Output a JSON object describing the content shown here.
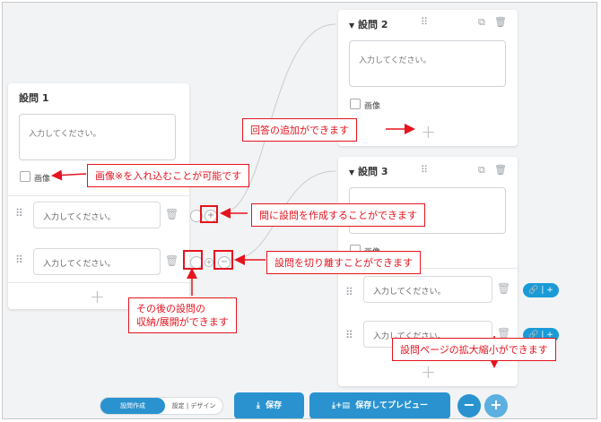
{
  "q1": {
    "title": "設問 1",
    "placeholder": "入力してください。",
    "image_label": "画像",
    "choice_placeholder": "入力してください。",
    "choice2_placeholder": "入力してください。"
  },
  "q2": {
    "title": "設問 2",
    "placeholder": "入力してください。",
    "image_label": "画像"
  },
  "q3": {
    "title": "設問 3",
    "image_label": "画像",
    "choice_placeholder": "入力してください。",
    "choice2_placeholder": "入力してください。"
  },
  "callouts": {
    "add_answer": "回答の追加ができます",
    "image_insert": "画像※を入れ込むことが可能です",
    "insert_between": "間に設問を作成することができます",
    "split": "設問を切り離すことができます",
    "collapse_line1": "その後の設問の",
    "collapse_line2": "収納/展開ができます",
    "zoom": "設問ページの拡大縮小ができます"
  },
  "toolbar": {
    "tab_create": "設問作成",
    "tab_settings": "設定",
    "tab_design": "デザイン",
    "save": "保存",
    "save_preview": "保存してプレビュー"
  },
  "icons": {
    "drag": "drag-handle-icon",
    "trash": "trash-icon",
    "copy": "copy-icon",
    "link": "link-icon",
    "plus": "plus-icon",
    "minus": "minus-icon",
    "download": "download-icon",
    "preview": "preview-icon"
  },
  "colors": {
    "accent": "#2a93cf",
    "callout_red": "#e5141f"
  }
}
